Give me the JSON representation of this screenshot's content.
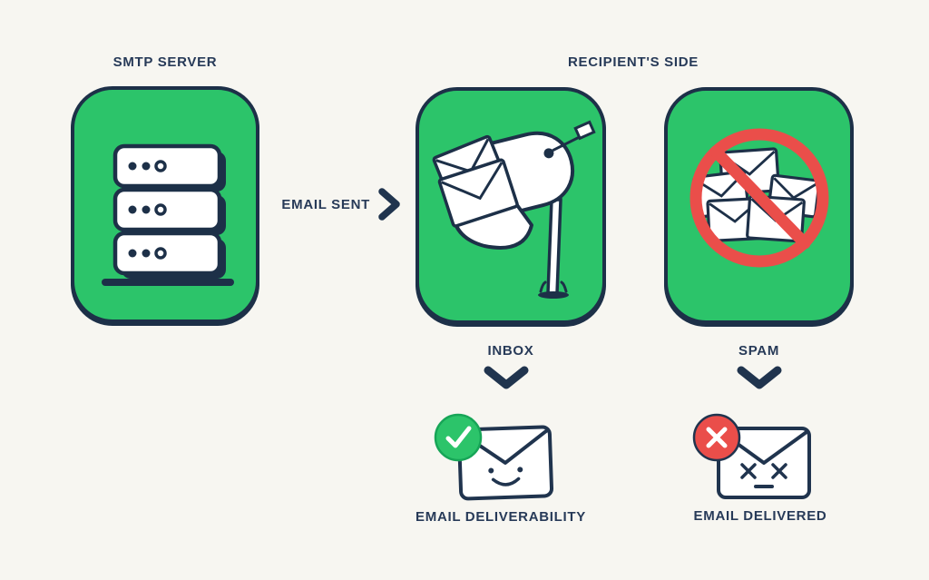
{
  "title": "Email deliverability flow diagram",
  "colors": {
    "background": "#f7f6f1",
    "card_green": "#2cc46a",
    "outline_navy": "#1d3048",
    "text_navy": "#273a58",
    "blocked_red": "#ea4e4a",
    "icon_white": "#ffffff"
  },
  "labels": {
    "smtp_server": "SMTP SERVER",
    "recipients_side": "RECIPIENT'S SIDE",
    "email_sent": "EMAIL SENT",
    "inbox": "INBOX",
    "spam": "SPAM",
    "email_deliverability": "EMAIL DELIVERABILITY",
    "email_delivered": "EMAIL DELIVERED"
  },
  "icons": {
    "server": "server-stack-icon",
    "mailbox": "mailbox-icon",
    "no_spam": "blocked-envelopes-icon",
    "happy_envelope": "envelope-smile-icon",
    "dead_envelope": "envelope-dead-icon",
    "check_badge": "check-badge-icon",
    "x_badge": "x-badge-icon",
    "chevron_right": "chevron-right-icon",
    "chevron_down": "chevron-down-icon"
  }
}
